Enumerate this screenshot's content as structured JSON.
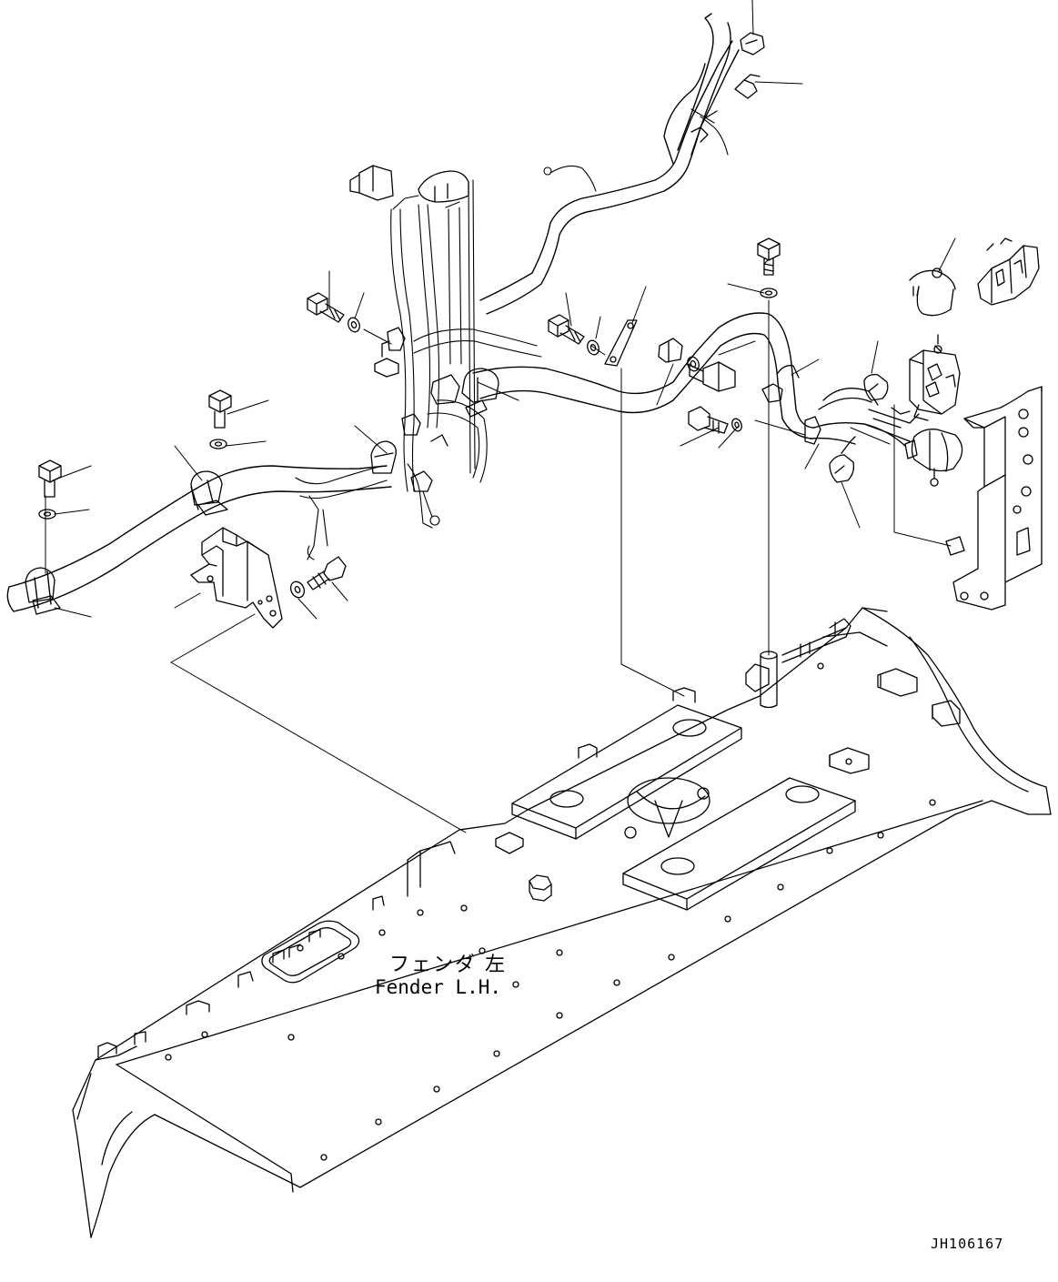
{
  "labels": {
    "fender_jp": "フェンダ 左",
    "fender_en": "Fender L.H.",
    "drawing_number": "JH106167"
  },
  "colors": {
    "line": "#000000",
    "background": "#ffffff"
  }
}
